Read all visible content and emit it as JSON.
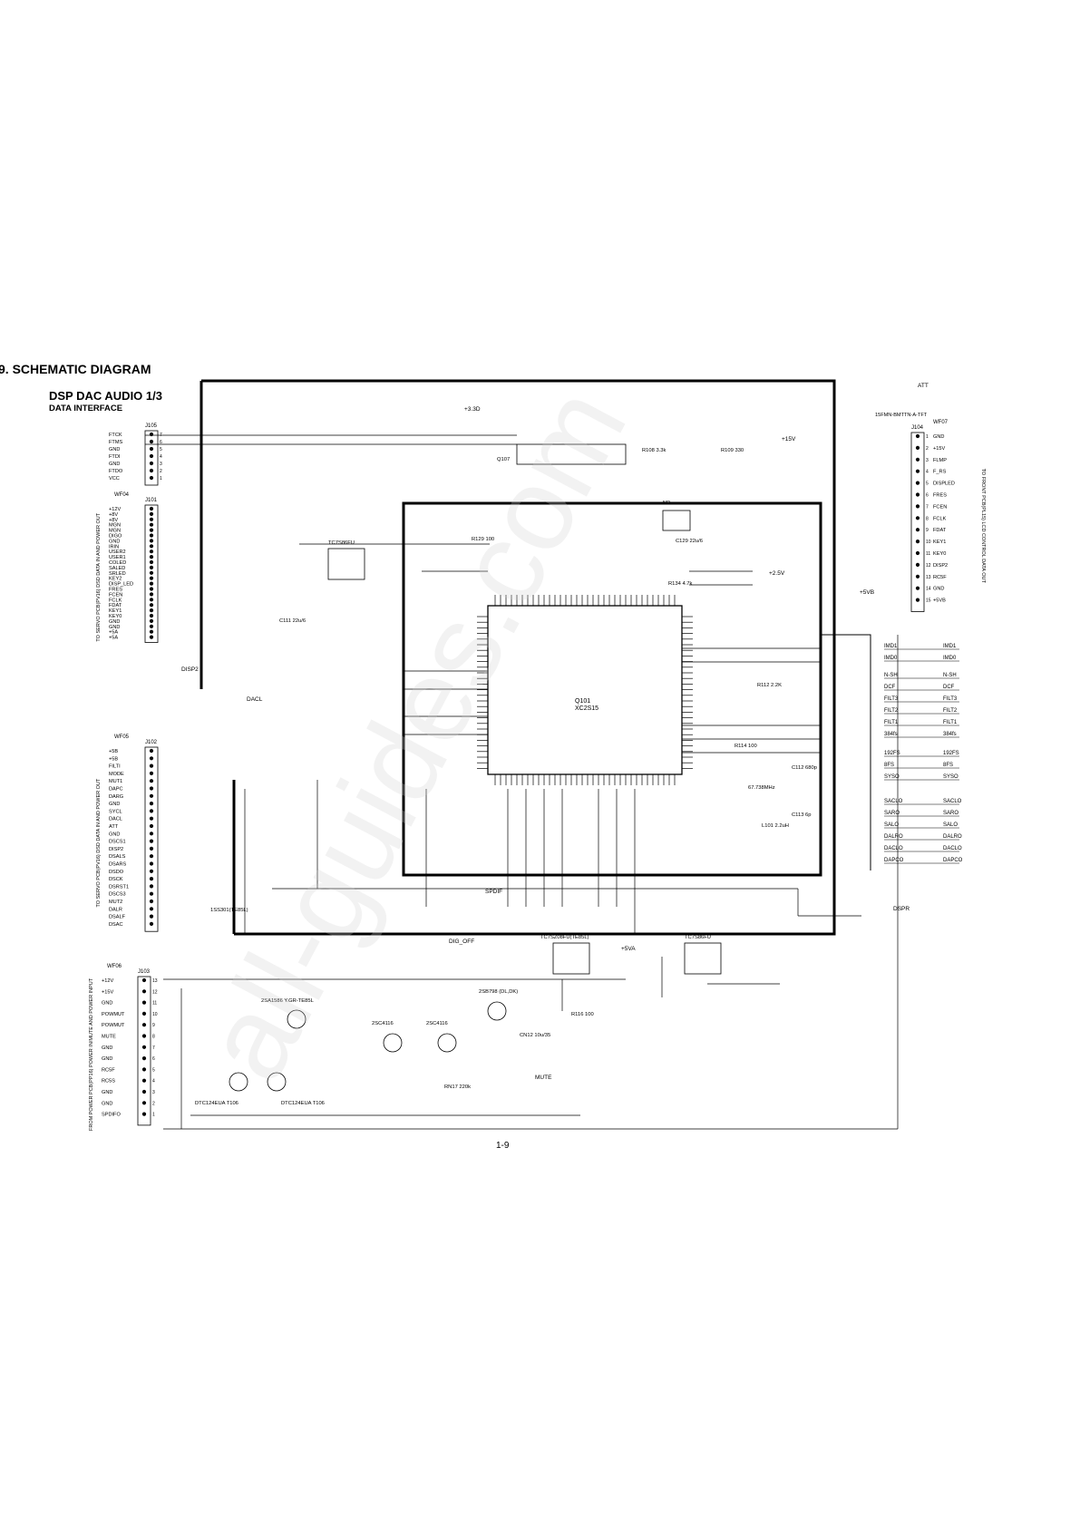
{
  "section_title": "9. SCHEMATIC DIAGRAM",
  "diagram_title": "DSP DAC AUDIO 1/3",
  "diagram_subtitle": "DATA INTERFACE",
  "page_number": "1-9",
  "watermark": "all-guides.com",
  "ic_main": {
    "ref": "Q101",
    "part": "XC2S15"
  },
  "connectors": {
    "J105": {
      "ref": "J105",
      "pins": [
        "FTCK",
        "FTMS",
        "GND",
        "FTDI",
        "GND",
        "FTDO",
        "VCC"
      ],
      "pin_numbers": [
        "7",
        "6",
        "5",
        "4",
        "3",
        "2",
        "1"
      ]
    },
    "J101": {
      "ref": "J101",
      "wf": "WF04",
      "pins": [
        "+12V",
        "+8V",
        "+8V",
        "MGN",
        "MGN",
        "DIGO",
        "GND",
        "IRIN",
        "USER2",
        "USER1",
        "COLED",
        "SALED",
        "SRLED",
        "KEY2",
        "DISP_LED",
        "FRES",
        "FCEN",
        "FCLK",
        "FDAT",
        "KEY1",
        "KEY0",
        "GND",
        "GND",
        "+5A",
        "+5A"
      ],
      "side_label": "TO SERVO PCB(PV16) DSD DATA IN AND POWER OUT"
    },
    "J102": {
      "ref": "J102",
      "wf": "WF05",
      "pins": [
        "+5B",
        "+5B",
        "FILTI",
        "MODE",
        "MUT1",
        "DAPC",
        "DARG",
        "GND",
        "SYCL",
        "DACL",
        "ATT",
        "GND",
        "DSCS1",
        "DISP2",
        "DSALS",
        "DSARS",
        "DSDO",
        "DSCK",
        "DSRST1",
        "DSCS3",
        "MUT2",
        "DALR",
        "DSALF",
        "DSAC"
      ],
      "side_label": "TO SERVO PCB(PV16) DSD DATA IN AND POWER OUT"
    },
    "J103": {
      "ref": "J103",
      "wf": "WF06",
      "pins": [
        "+12V",
        "+15V",
        "GND",
        "POWMUT",
        "POWMUT",
        "MUTE",
        "GND",
        "GND",
        "RC5F",
        "RC5S",
        "GND",
        "GND",
        "SPDIFO"
      ],
      "pin_numbers": [
        "13",
        "12",
        "11",
        "10",
        "9",
        "8",
        "7",
        "6",
        "5",
        "4",
        "3",
        "2",
        "1"
      ],
      "side_label": "FROM POWER PCB(PP16) POWER IN/MUTE AND POWER INPUT"
    },
    "J104": {
      "ref": "J104",
      "wf": "WF07",
      "part": "15FMN-BMTTN-A-TFT",
      "pins": [
        "GND",
        "+15V",
        "FLMP",
        "F_RS",
        "DISPLED",
        "FRES",
        "FCEN",
        "FCLK",
        "FDAT",
        "KEY1",
        "KEY0",
        "DISP2",
        "RC5F",
        "GND",
        "+5VB"
      ],
      "pin_numbers": [
        "1",
        "2",
        "3",
        "4",
        "5",
        "6",
        "7",
        "8",
        "9",
        "10",
        "11",
        "12",
        "13",
        "14",
        "15"
      ],
      "side_label": "TO FRONT PCB(PL15) LCD CONTROL DATA OUT"
    }
  },
  "right_signals": [
    "IMD1",
    "IMD0",
    "N-SH",
    "DCF",
    "FILT3",
    "FILT2",
    "FILT1",
    "384fs",
    "192FS",
    "8FS",
    "SYSO",
    "SACLO",
    "SARO",
    "SALO",
    "DALRO",
    "DACLO",
    "DAPCO"
  ],
  "net_labels": {
    "att": "ATT",
    "dspr": "DSPR",
    "mute": "MUTE",
    "dig_off": "DIG_OFF",
    "p33d": "+3.3D",
    "p15v": "+15V",
    "p5va": "+5VA",
    "p5vb": "+5VB",
    "p25v": "+2.5V",
    "disp2": "DISP2",
    "dacl": "DACL",
    "spdif": "SPDIF"
  },
  "components": {
    "q103": "TC7S86FU",
    "q105": "NP",
    "q104": "TC7SZ08FU(TE85L)",
    "q154": "TC7S86FU",
    "q107": "Q107",
    "x101": "67.738MHz",
    "qn11": "2SA1586 Y.GR-TE85L",
    "qn12": "DTC124EUA T106",
    "qn16": "DTC124EUA T106",
    "qn13": "2SC4116",
    "qn14": "2SC4116",
    "qn15": "2SB798 (DL,DK)",
    "d101": "1SS301(TE85L)",
    "r109": "R109 330",
    "r108": "R108 3.3k",
    "r129": "R129 100",
    "r134": "R134 4.7k",
    "r112": "R112 2.2K",
    "r114": "R114 100",
    "r116": "R116 100",
    "c129": "C129 22u/6",
    "c111": "C111 22u/6",
    "c112": "C112 680p",
    "c113": "C113 6p",
    "l101": "L101 2.2uH",
    "rn17": "RN17 220k",
    "cn12": "CN12 10u/35"
  }
}
